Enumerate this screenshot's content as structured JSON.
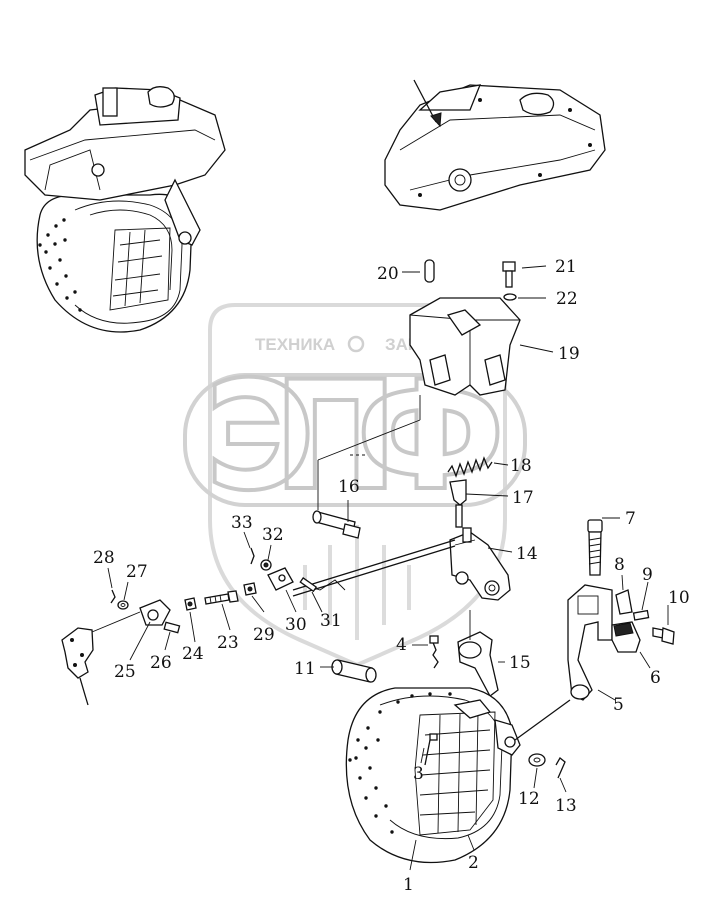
{
  "watermark": {
    "top_text_left": "ТЕХНИКА",
    "top_text_right": "ЗАПЧАСТИ",
    "big_text": "ЭПФ"
  },
  "callouts": [
    {
      "id": "1",
      "label": "1"
    },
    {
      "id": "2",
      "label": "2"
    },
    {
      "id": "3",
      "label": "3"
    },
    {
      "id": "4",
      "label": "4"
    },
    {
      "id": "5",
      "label": "5"
    },
    {
      "id": "6",
      "label": "6"
    },
    {
      "id": "7",
      "label": "7"
    },
    {
      "id": "8",
      "label": "8"
    },
    {
      "id": "9",
      "label": "9"
    },
    {
      "id": "10",
      "label": "10"
    },
    {
      "id": "11",
      "label": "11"
    },
    {
      "id": "12",
      "label": "12"
    },
    {
      "id": "13",
      "label": "13"
    },
    {
      "id": "14",
      "label": "14"
    },
    {
      "id": "15",
      "label": "15"
    },
    {
      "id": "16",
      "label": "16"
    },
    {
      "id": "17",
      "label": "17"
    },
    {
      "id": "18",
      "label": "18"
    },
    {
      "id": "19",
      "label": "19"
    },
    {
      "id": "20",
      "label": "20"
    },
    {
      "id": "21",
      "label": "21"
    },
    {
      "id": "22",
      "label": "22"
    },
    {
      "id": "23",
      "label": "23"
    },
    {
      "id": "24",
      "label": "24"
    },
    {
      "id": "25",
      "label": "25"
    },
    {
      "id": "26",
      "label": "26"
    },
    {
      "id": "27",
      "label": "27"
    },
    {
      "id": "28",
      "label": "28"
    },
    {
      "id": "29",
      "label": "29"
    },
    {
      "id": "30",
      "label": "30"
    },
    {
      "id": "31",
      "label": "31"
    },
    {
      "id": "32",
      "label": "32"
    },
    {
      "id": "33",
      "label": "33"
    }
  ]
}
